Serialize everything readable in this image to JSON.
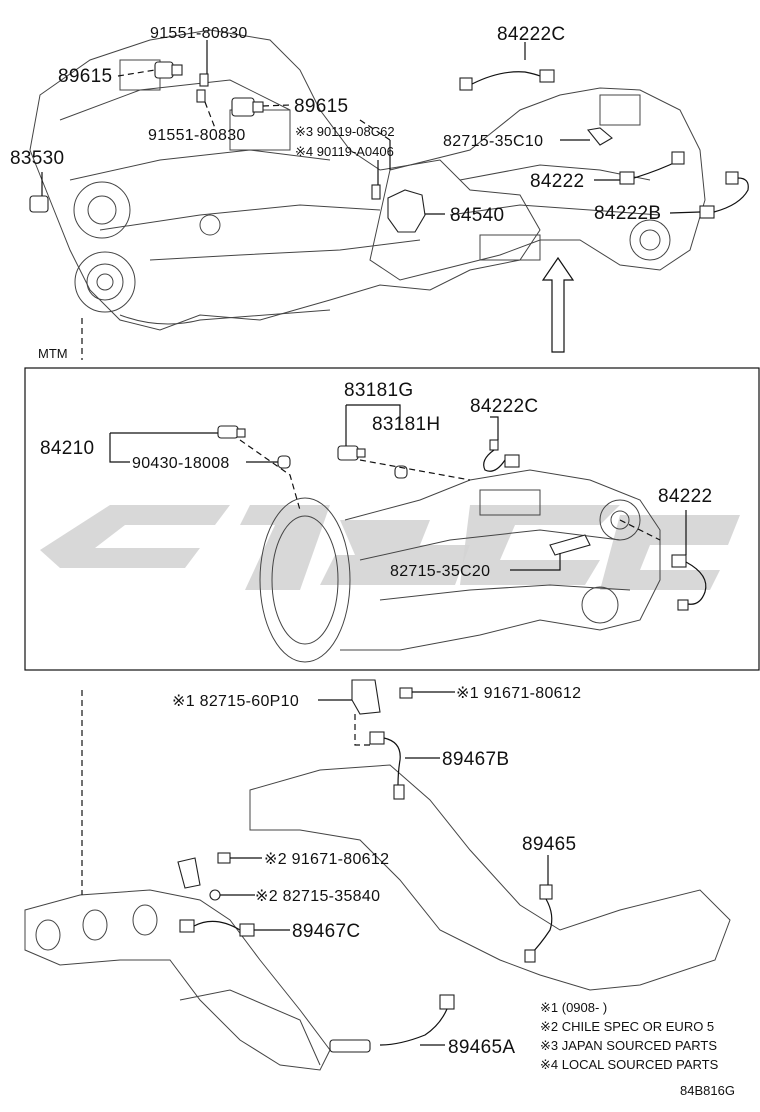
{
  "labels": {
    "l_91551_top": "91551-80830",
    "l_89615_left": "89615",
    "l_89615_right": "89615",
    "l_91551_bottom": "91551-80830",
    "l_90119_08c62": "※3 90119-08C62",
    "l_90119_a0406": "※4 90119-A0406",
    "l_83530": "83530",
    "l_84540": "84540",
    "l_84222c_top": "84222C",
    "l_82715_35c10": "82715-35C10",
    "l_84222_top": "84222",
    "l_84222b": "84222B",
    "l_mtm": "MTM",
    "l_83181g": "83181G",
    "l_83181h": "83181H",
    "l_84222c_box": "84222C",
    "l_84210": "84210",
    "l_90430": "90430-18008",
    "l_84222_box": "84222",
    "l_82715_35c20": "82715-35C20",
    "l_82715_60p10": "※1 82715-60P10",
    "l_91671_80612_a": "※1 91671-80612",
    "l_89467b": "89467B",
    "l_89465": "89465",
    "l_91671_80612_b": "※2 91671-80612",
    "l_82715_35840": "※2 82715-35840",
    "l_89467c": "89467C",
    "l_89465a": "89465A"
  },
  "notes": [
    "※1 (0908-        )",
    "※2 CHILE SPEC OR EURO 5",
    "※3 JAPAN SOURCED PARTS",
    "※4 LOCAL SOURCED PARTS"
  ],
  "figure_code": "84B816G"
}
